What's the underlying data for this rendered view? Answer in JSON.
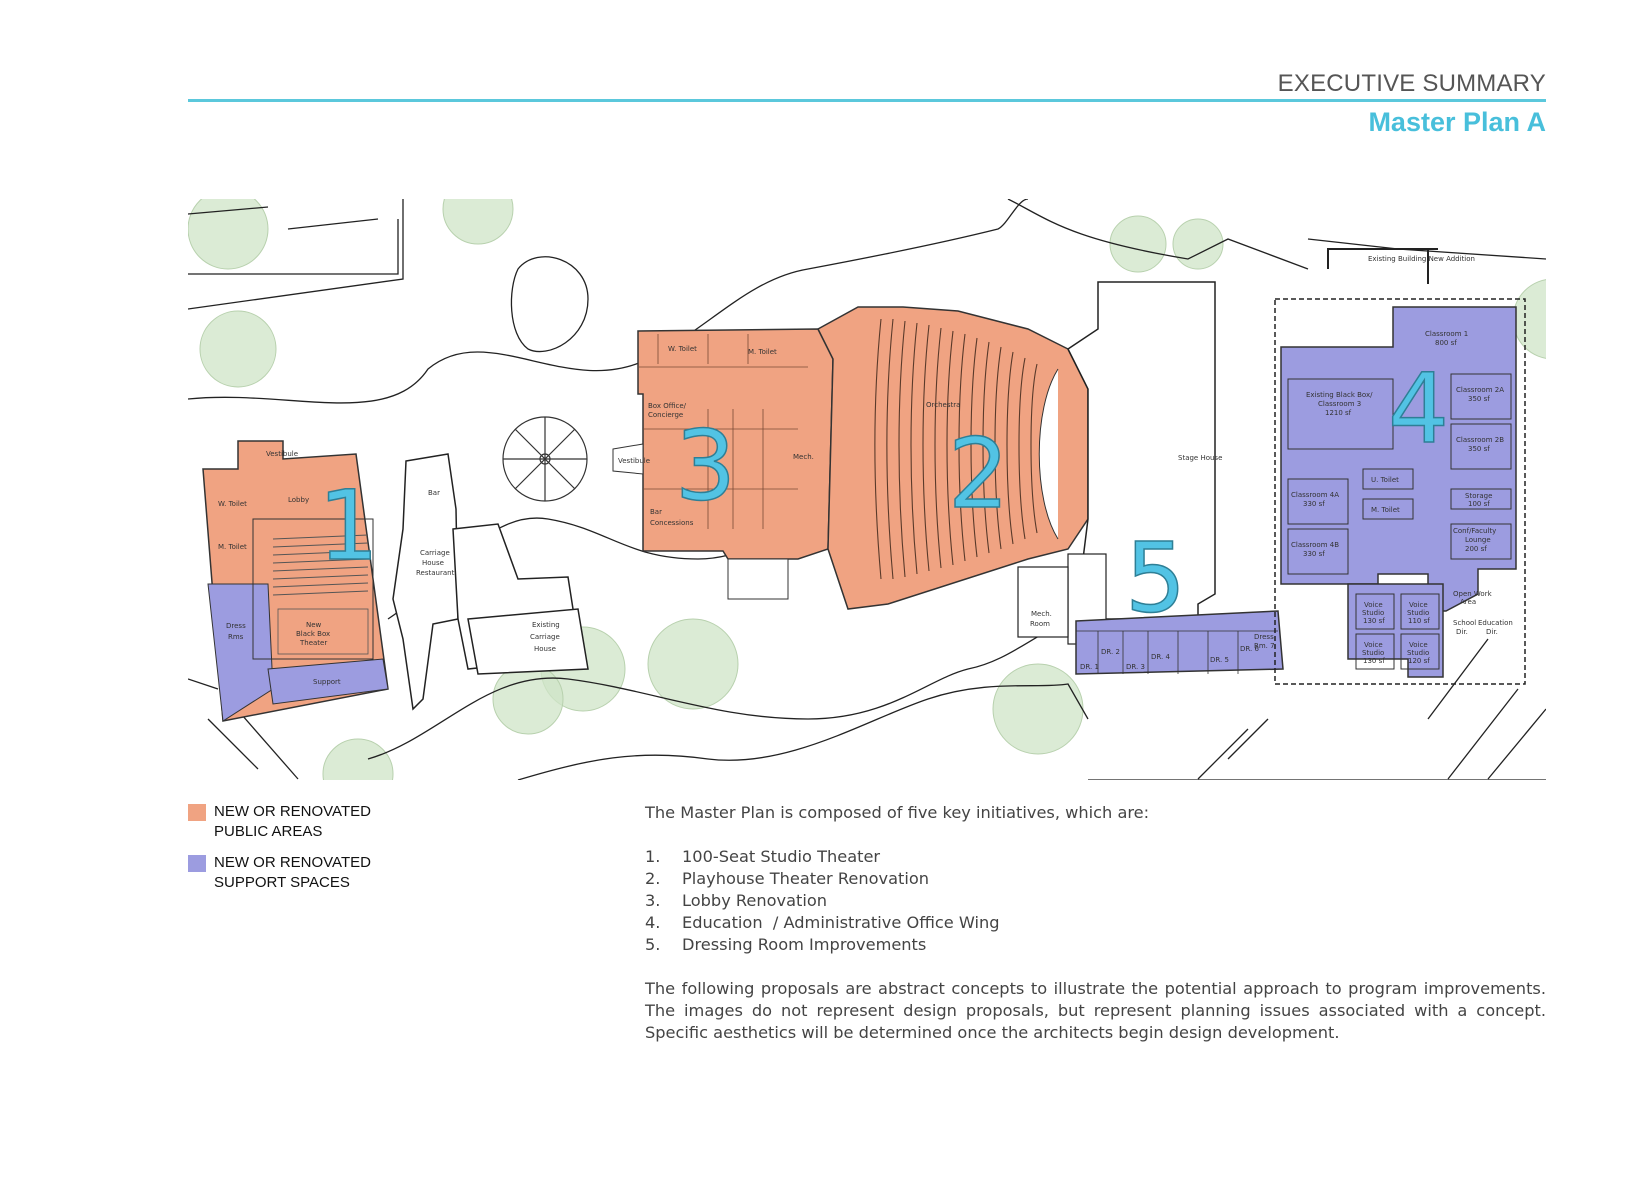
{
  "header": {
    "section": "EXECUTIVE SUMMARY",
    "title": "Master Plan A"
  },
  "colors": {
    "accent": "#5bc8dc",
    "title": "#48bfdb",
    "public_areas": "#f0a382",
    "support_spaces": "#9c9ce0"
  },
  "plan": {
    "numbers": [
      "1",
      "2",
      "3",
      "4",
      "5"
    ],
    "labels": {
      "vestibule_1": "Vestibule",
      "lobby": "Lobby",
      "w_toilet_1": "W. Toilet",
      "m_toilet_1": "M. Toilet",
      "dress_rms": [
        "Dress",
        "Rms"
      ],
      "new_black_box": [
        "New",
        "Black Box",
        "Theater"
      ],
      "support": "Support",
      "bar_1": "Bar",
      "carriage_house_restaurant": [
        "Carriage",
        "House",
        "Restaurant"
      ],
      "existing_carriage_house": [
        "Existing",
        "Carriage",
        "House"
      ],
      "w_toilet_3": "W. Toilet",
      "m_toilet_3": "M. Toilet",
      "box_office": [
        "Box Office/",
        "Concierge"
      ],
      "vestibule_3": "Vestibule",
      "mech_3": "Mech.",
      "bar_concessions": [
        "Bar",
        "Concessions"
      ],
      "orchestra": "Orchestra",
      "stage_house": "Stage House",
      "mech_room": [
        "Mech.",
        "Room"
      ],
      "existing_new_addition": "Existing Building  New Addition",
      "classroom_1": [
        "Classroom 1",
        "800 sf"
      ],
      "existing_black_box": [
        "Existing Black Box/",
        "Classroom 3",
        "1210 sf"
      ],
      "classroom_2a": [
        "Classroom 2A",
        "350 sf"
      ],
      "classroom_2b": [
        "Classroom 2B",
        "350 sf"
      ],
      "u_toilet": "U. Toilet",
      "m_toilet_4": "M. Toilet",
      "classroom_4a": [
        "Classroom 4A",
        "330 sf"
      ],
      "classroom_4b": [
        "Classroom 4B",
        "330 sf"
      ],
      "storage": [
        "Storage",
        "100 sf"
      ],
      "lounge": [
        "Conf/Faculty",
        "Lounge",
        "200 sf"
      ],
      "open_work": [
        "Open Work",
        "Area"
      ],
      "school_dir": [
        "School",
        "Dir."
      ],
      "education_dir": [
        "Education",
        "Dir."
      ],
      "voice_studio_a": [
        "Voice",
        "Studio",
        "130 sf"
      ],
      "voice_studio_b": [
        "Voice",
        "Studio",
        "110 sf"
      ],
      "voice_studio_c": [
        "Voice",
        "Studio",
        "130 sf"
      ],
      "voice_studio_d": [
        "Voice",
        "Studio",
        "120 sf"
      ],
      "dressing_rooms": [
        "DR. 1",
        "DR. 2",
        "DR. 3",
        "DR. 4",
        "DR. 5",
        "DR. 6"
      ],
      "dress_rm_7": [
        "Dress",
        "Rm. 7"
      ]
    }
  },
  "legend": [
    {
      "label": "NEW OR RENOVATED PUBLIC AREAS",
      "color": "#f0a382"
    },
    {
      "label": "NEW OR RENOVATED SUPPORT SPACES",
      "color": "#9c9ce0"
    }
  ],
  "body": {
    "intro": "The Master Plan is composed of five key initiatives, which are:",
    "initiatives": [
      {
        "num": "1.",
        "text": "100-Seat Studio Theater"
      },
      {
        "num": "2.",
        "text": "Playhouse Theater Renovation"
      },
      {
        "num": "3.",
        "text": "Lobby Renovation"
      },
      {
        "num": "4.",
        "text": "Education  / Administrative Office Wing"
      },
      {
        "num": "5.",
        "text": "Dressing Room Improvements"
      }
    ],
    "disclaimer": "The following proposals are abstract concepts to illustrate the potential approach to program improvements. The images do not represent design proposals, but represent planning issues associated with a concept. Specific aesthetics will be determined once the architects begin design development."
  }
}
